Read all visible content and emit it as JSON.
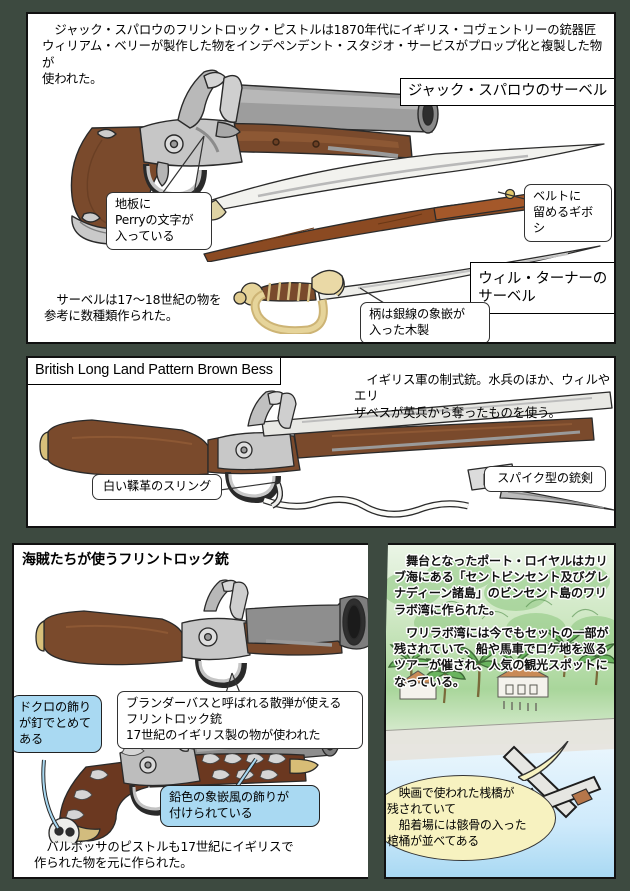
{
  "colors": {
    "page_background": "#3d4a40",
    "panel_background": "#ffffff",
    "panel_border": "#111111",
    "callout_white": "#ffffff",
    "callout_blue": "#a9d9f2",
    "callout_yellow": "#f7f2c0",
    "wood_brown": "#7a4a2c",
    "metal_gray": "#9a9a9a",
    "brass_gold": "#e8d79a"
  },
  "panel1": {
    "intro_line1": "ジャック・スパロウのフリントロック・ピストルは1870年代にイギリス・コヴェントリーの銃器匠",
    "intro_line2": "ウィリアム・ベリーが製作した物をインデペンデント・スタジオ・サービスがプロップ化と複製した物が",
    "intro_line3": "使われた。",
    "label_sparrow_sabre": "ジャック・スパロウのサーベル",
    "label_turner_sabre_line1": "ウィル・ターナーの",
    "label_turner_sabre_line2": "サーベル",
    "callout_perry_line1": "地板に",
    "callout_perry_line2": "Perryの文字が",
    "callout_perry_line3": "入っている",
    "callout_belt_line1": "ベルトに",
    "callout_belt_line2": "留めるギボシ",
    "callout_grip_line1": "柄は銀線の象嵌が",
    "callout_grip_line2": "入った木製",
    "caption_line1": "サーベルは17〜18世紀の物を",
    "caption_line2": "参考に数種類作られた。"
  },
  "panel2": {
    "title": "British Long Land Pattern Brown Bess",
    "desc_line1": "イギリス軍の制式銃。水兵のほか、ウィルやエリ",
    "desc_line2": "ザベスが英兵から奪ったものを使う。",
    "callout_sling": "白い鞣革のスリング",
    "callout_bayonet": "スパイク型の銃剣"
  },
  "panel3": {
    "title": "海賊たちが使うフリントロック銃",
    "callout_blunderbuss_line1": "ブランダーバスと呼ばれる散弾が使える",
    "callout_blunderbuss_line2": "フリントロック銃",
    "callout_blunderbuss_line3": "17世紀のイギリス製の物が使われた",
    "callout_skull_line1": "ドクロの飾り",
    "callout_skull_line2": "が釘でとめて",
    "callout_skull_line3": "ある",
    "callout_inlay_line1": "鉛色の象嵌風の飾りが",
    "callout_inlay_line2": "付けられている",
    "caption_line1": "バルボッサのピストルも17世紀にイギリスで",
    "caption_line2": "作られた物を元に作られた。"
  },
  "panel4": {
    "para1_line1": "舞台となったポート・ロイヤルはカリ",
    "para1_line2": "ブ海にある「セントビンセント及びグレ",
    "para1_line3": "ナディーン諸島」のビンセント島のワリ",
    "para1_line4": "ラボ湾に作られた。",
    "para2_line1": "ワリラボ湾には今でもセットの一部が",
    "para2_line2": "残されていて、船や馬車でロケ地を巡る",
    "para2_line3": "ツアーが催され、人気の観光スポットに",
    "para2_line4": "なっている。",
    "bubble_line1": "映画で使われた桟橋が",
    "bubble_line2": "残されていて",
    "bubble_line3": "船着場には骸骨の入った",
    "bubble_line4": "棺桶が並べてある"
  }
}
